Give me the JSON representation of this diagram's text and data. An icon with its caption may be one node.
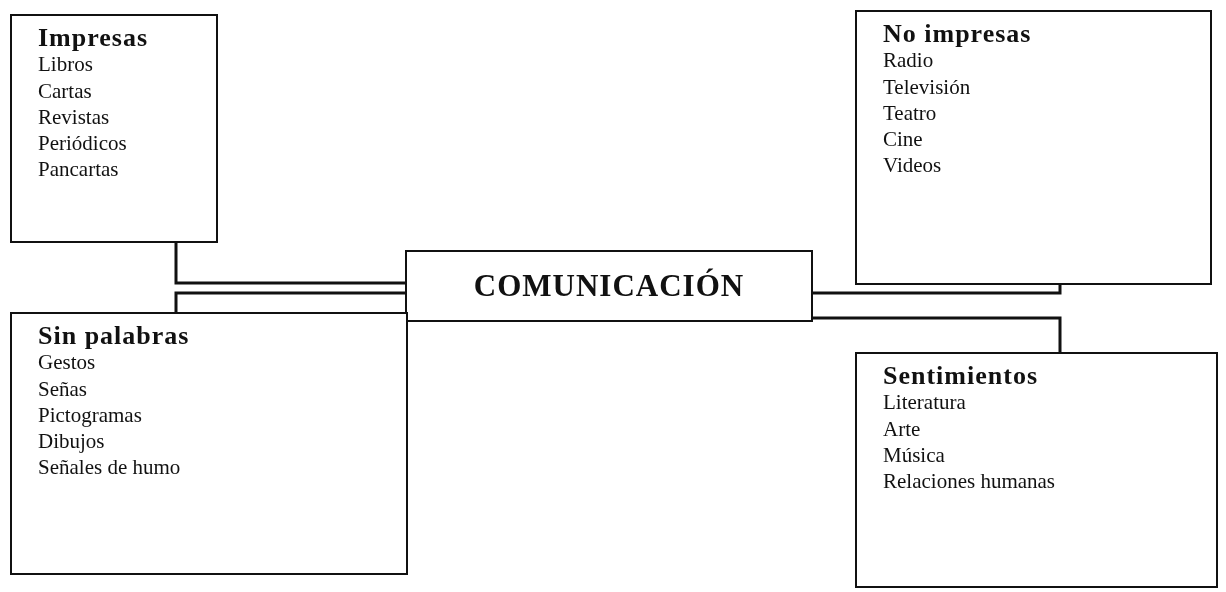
{
  "diagram": {
    "nodes": [
      {
        "text": [
          "Impresas",
          "Libros",
          "Cartas",
          "Revistas",
          "Periódicos",
          "Pancartas"
        ]
      },
      {
        "text": [
          "No impresas",
          "Radio",
          "Televisión",
          "Teatro",
          "Cine",
          "Videos"
        ]
      },
      {
        "text": [
          "COMUNICACIÓN"
        ]
      },
      {
        "text": [
          "Sin palabras",
          "Gestos",
          "Señas",
          "Pictogramas",
          "Dibujos",
          "Señales de humo"
        ]
      },
      {
        "text": [
          "Sentimientos",
          "Literatura",
          "Arte",
          "Música",
          "Relaciones humanas"
        ]
      }
    ],
    "edges": [
      {
        "from": 0,
        "to": 2,
        "arrow": "none"
      },
      {
        "from": 3,
        "to": 2,
        "arrow": "none"
      },
      {
        "from": 1,
        "to": 2,
        "arrow": "none"
      },
      {
        "from": 4,
        "to": 2,
        "arrow": "none"
      }
    ]
  }
}
